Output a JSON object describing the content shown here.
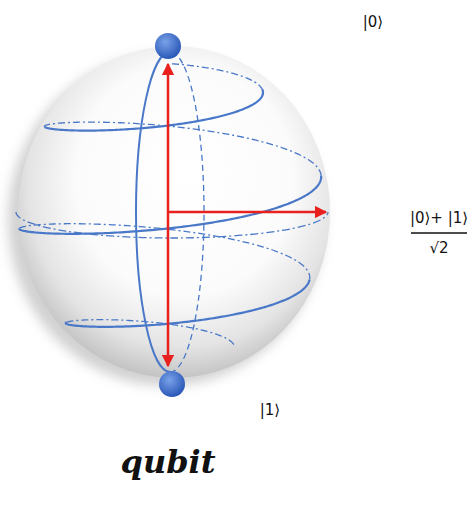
{
  "diagram": {
    "caption": "qubit",
    "labels": [
      "|0⟩",
      "|0⟩+ |1⟩",
      "√2",
      "|1⟩"
    ]
  }
}
